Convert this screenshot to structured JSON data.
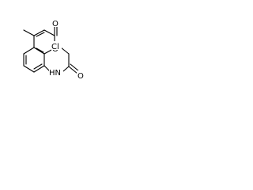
{
  "molecule": {
    "atoms": {
      "carbonyl_oxygen": "O",
      "ring_oxygen": "O",
      "nitrogen": "HN",
      "chlorine": "Cl",
      "amide_oxygen": "O"
    }
  }
}
